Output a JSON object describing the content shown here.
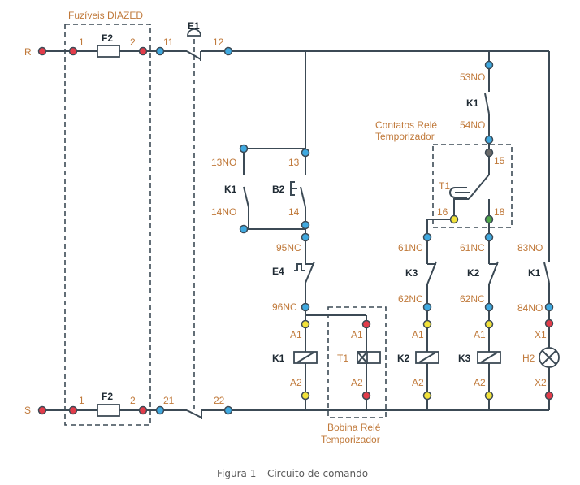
{
  "diagram": {
    "caption": "Figura 1 – Circuito de comando",
    "colors": {
      "wire": "#3c4a55",
      "label": "#c0793a",
      "node_red": "#e23c4a",
      "node_blue": "#3fa9e0",
      "node_yellow": "#f2e23a",
      "node_green": "#4fa84a",
      "node_gray": "#6a6a6a"
    },
    "rails": {
      "top": "R",
      "bottom": "S"
    },
    "fuse_group": {
      "title": "Fuzíveis DIAZED",
      "top_fuse": {
        "name": "F2",
        "t1": "1",
        "t2": "2"
      },
      "bottom_fuse": {
        "name": "F2",
        "t1": "1",
        "t2": "2"
      }
    },
    "emergency": {
      "name": "E1",
      "top_t1": "11",
      "top_t2": "12",
      "bot_t1": "21",
      "bot_t2": "22"
    },
    "branch1": {
      "k1_seal": {
        "name": "K1",
        "t1": "13NO",
        "t2": "14NO"
      },
      "b2": {
        "name": "B2",
        "t1": "13",
        "t2": "14"
      },
      "e4": {
        "name": "E4",
        "t1": "95NC",
        "t2": "96NC"
      },
      "coil": {
        "name": "K1",
        "a1": "A1",
        "a2": "A2"
      }
    },
    "timer_coil": {
      "name": "T1",
      "a1": "A1",
      "a2": "A2",
      "group_label_1": "Bobina Relé",
      "group_label_2": "Temporizador"
    },
    "timer_contacts": {
      "k1": {
        "name": "K1",
        "t1": "53NO",
        "t2": "54NO"
      },
      "group_label_1": "Contatos Relé",
      "group_label_2": "Temporizador",
      "t1": {
        "name": "T1",
        "common": "15",
        "nc": "16",
        "no": "18"
      }
    },
    "branch_k2": {
      "interlock": {
        "name": "K3",
        "t1": "61NC",
        "t2": "62NC"
      },
      "coil": {
        "name": "K2",
        "a1": "A1",
        "a2": "A2"
      }
    },
    "branch_k3": {
      "interlock": {
        "name": "K2",
        "t1": "61NC",
        "t2": "62NC"
      },
      "coil": {
        "name": "K3",
        "a1": "A1",
        "a2": "A2"
      }
    },
    "branch_lamp": {
      "contact": {
        "name": "K1",
        "t1": "83NO",
        "t2": "84NO"
      },
      "lamp": {
        "name": "H2",
        "x1": "X1",
        "x2": "X2"
      }
    }
  }
}
